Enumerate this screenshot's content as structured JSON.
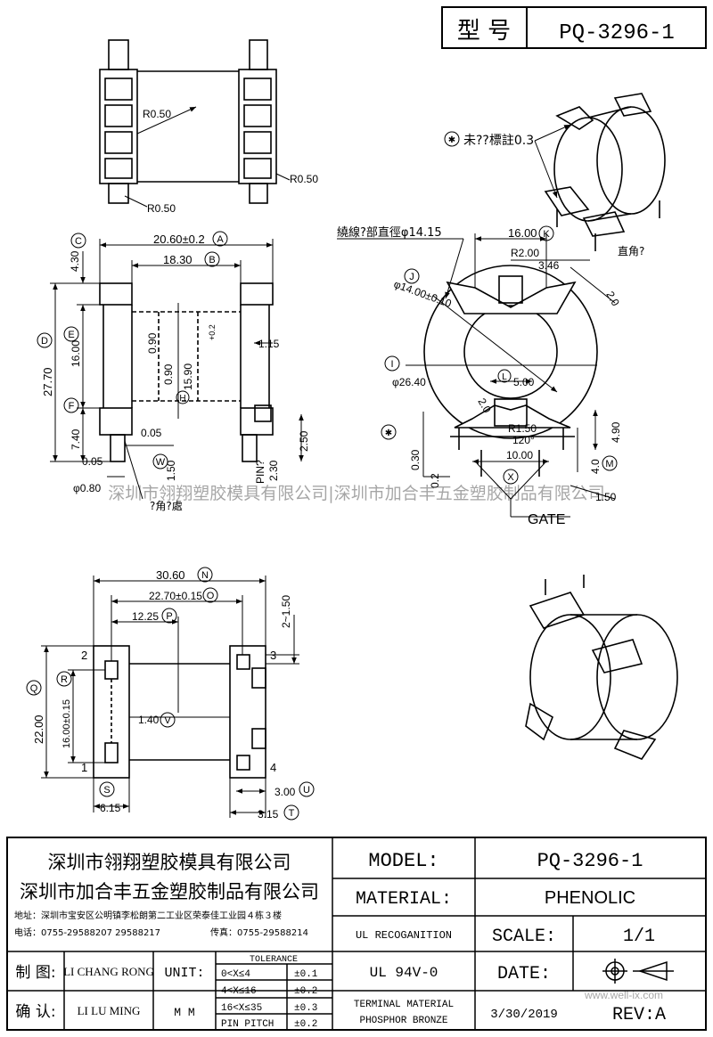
{
  "header": {
    "model_label": "型 号",
    "model": "PQ-3296-1"
  },
  "top_view": {
    "r1": "R0.50",
    "r2": "R0.50",
    "r3": "R0.50"
  },
  "iso_note": {
    "note": "未??標註0.3",
    "pin_note": "直角?"
  },
  "side_view": {
    "d_A": "20.60±0.2",
    "d_B": "18.30",
    "d_C": "4.30",
    "d_D": "27.70",
    "d_E": "16.00",
    "d_F": "7.40",
    "d_H": "15.90",
    "d_H_tol": "+0.2",
    "d_090a": "0.90",
    "d_090b": "0.90",
    "d_115": "1.15",
    "d_005a": "0.05",
    "d_005b": "0.05",
    "d_W": "1.50",
    "d_230": "2.30",
    "d_250": "2.50",
    "pin_label": "PIN?",
    "pin_dia": "φ0.80",
    "pin_note": "?角?處",
    "tags": {
      "A": "A",
      "B": "B",
      "C": "C",
      "D": "D",
      "E": "E",
      "F": "F",
      "H": "H",
      "W": "W"
    }
  },
  "front_view": {
    "d_K": "16.00",
    "d_R2": "R2.00",
    "d_346": "3.46",
    "d_20a": "2.0",
    "d_J": "φ14.00±0.10",
    "d_I": "φ26.40",
    "d_L": "5.00",
    "d_20b": "2.0",
    "d_R150": "R1.50",
    "d_120": "120°",
    "d_X": "10.00",
    "d_490": "4.90",
    "d_M": "4.0",
    "d_150": "1.50",
    "d_030": "0.30",
    "d_02": "0.2",
    "wire_note": "繞線?部直徑φ14.15",
    "gate": "GATE",
    "tags": {
      "I": "I",
      "J": "J",
      "K": "K",
      "L": "L",
      "M": "M",
      "X": "X"
    }
  },
  "bottom_view": {
    "d_N": "30.60",
    "d_O": "22.70±0.15",
    "d_P": "12.25",
    "d_215": "2~1.50",
    "d_Q": "22.00",
    "d_R": "16.00±0.15",
    "d_V": "1.40",
    "d_S": "6.15",
    "d_T": "3.15",
    "d_U": "3.00",
    "pins": [
      "1",
      "2",
      "3",
      "4"
    ],
    "tags": {
      "N": "N",
      "O": "O",
      "P": "P",
      "Q": "Q",
      "R": "R",
      "S": "S",
      "T": "T",
      "U": "U",
      "V": "V"
    }
  },
  "watermark": "深圳市翎翔塑胶模具有限公司|深圳市加合丰五金塑胶制品有限公司",
  "title_block": {
    "company1": "深圳市翎翔塑胶模具有限公司",
    "company2": "深圳市加合丰五金塑胶制品有限公司",
    "address": "地址：深圳市宝安区公明镇李松朗第二工业区荣泰佳工业园４栋３楼",
    "phone": "电话：0755-29588207 29588217",
    "fax": "传真：0755-29588214",
    "drawn_label": "制 图:",
    "drawn_by": "LI CHANG RONG",
    "check_label": "确 认:",
    "checked_by": "LI LU MING",
    "unit_label": "UNIT:",
    "unit": "M M",
    "tolerance_title": "TOLERANCE",
    "tolerances": [
      {
        "range": "0<X≤4",
        "value": "±0.1"
      },
      {
        "range": "4<X≤16",
        "value": "±0.2"
      },
      {
        "range": "16<X≤35",
        "value": "±0.3"
      },
      {
        "range": "PIN PITCH",
        "value": "±0.2"
      }
    ],
    "model_label": "MODEL:",
    "model": "PQ-3296-1",
    "material_label": "MATERIAL:",
    "material": "PHENOLIC",
    "ul_label": "UL RECOGANITION",
    "scale_label": "SCALE:",
    "scale": "1/1",
    "ul_value": "UL 94V-0",
    "date_label": "DATE:",
    "terminal_label": "TERMINAL MATERIAL",
    "terminal_value": "PHOSPHOR  BRONZE",
    "date": "3/30/2019",
    "rev": "REV:A",
    "site": "www.well-ix.com"
  }
}
